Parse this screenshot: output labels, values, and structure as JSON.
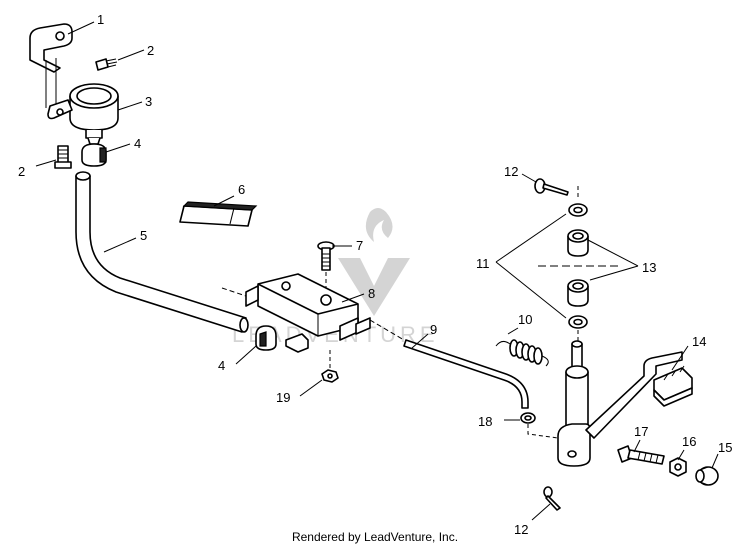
{
  "callouts": {
    "c1": "1",
    "c2a": "2",
    "c2b": "2",
    "c3": "3",
    "c4a": "4",
    "c4b": "4",
    "c5": "5",
    "c6": "6",
    "c7": "7",
    "c8": "8",
    "c9": "9",
    "c10": "10",
    "c11": "11",
    "c12a": "12",
    "c12b": "12",
    "c13": "13",
    "c14": "14",
    "c15": "15",
    "c16": "16",
    "c17": "17",
    "c18": "18",
    "c19": "19"
  },
  "watermark": "LEADVENTURE",
  "footer": "Rendered by LeadVenture, Inc."
}
